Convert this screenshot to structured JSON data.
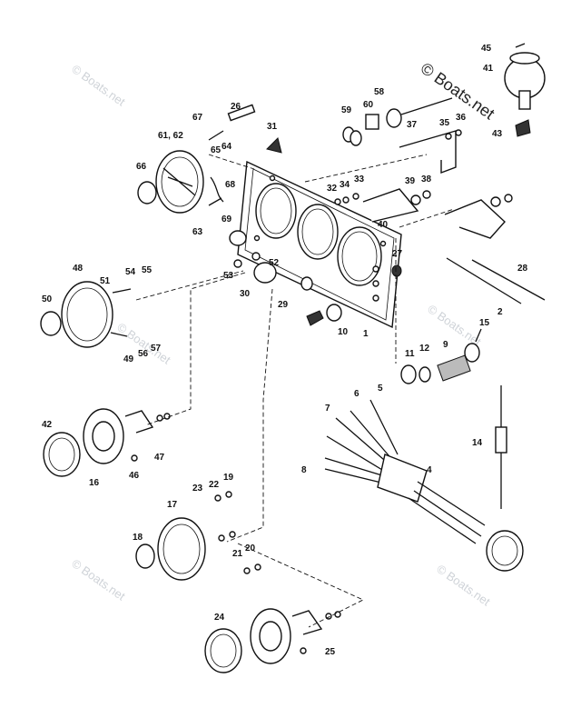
{
  "watermarks": {
    "main": "© Boats.net",
    "repeat": "© Boats.net"
  },
  "callouts": [
    "1",
    "2",
    "4",
    "5",
    "6",
    "7",
    "8",
    "9",
    "10",
    "11",
    "12",
    "14",
    "15",
    "16",
    "17",
    "18",
    "19",
    "20",
    "21",
    "22",
    "23",
    "24",
    "25",
    "26",
    "27",
    "28",
    "29",
    "30",
    "31",
    "32",
    "33",
    "34",
    "35",
    "36",
    "37",
    "38",
    "39",
    "40",
    "41",
    "42",
    "43",
    "45",
    "46",
    "47",
    "48",
    "49",
    "50",
    "51",
    "52",
    "53",
    "54",
    "55",
    "56",
    "57",
    "58",
    "59",
    "60",
    "61, 62",
    "63",
    "64",
    "65",
    "66",
    "67",
    "68",
    "69"
  ]
}
